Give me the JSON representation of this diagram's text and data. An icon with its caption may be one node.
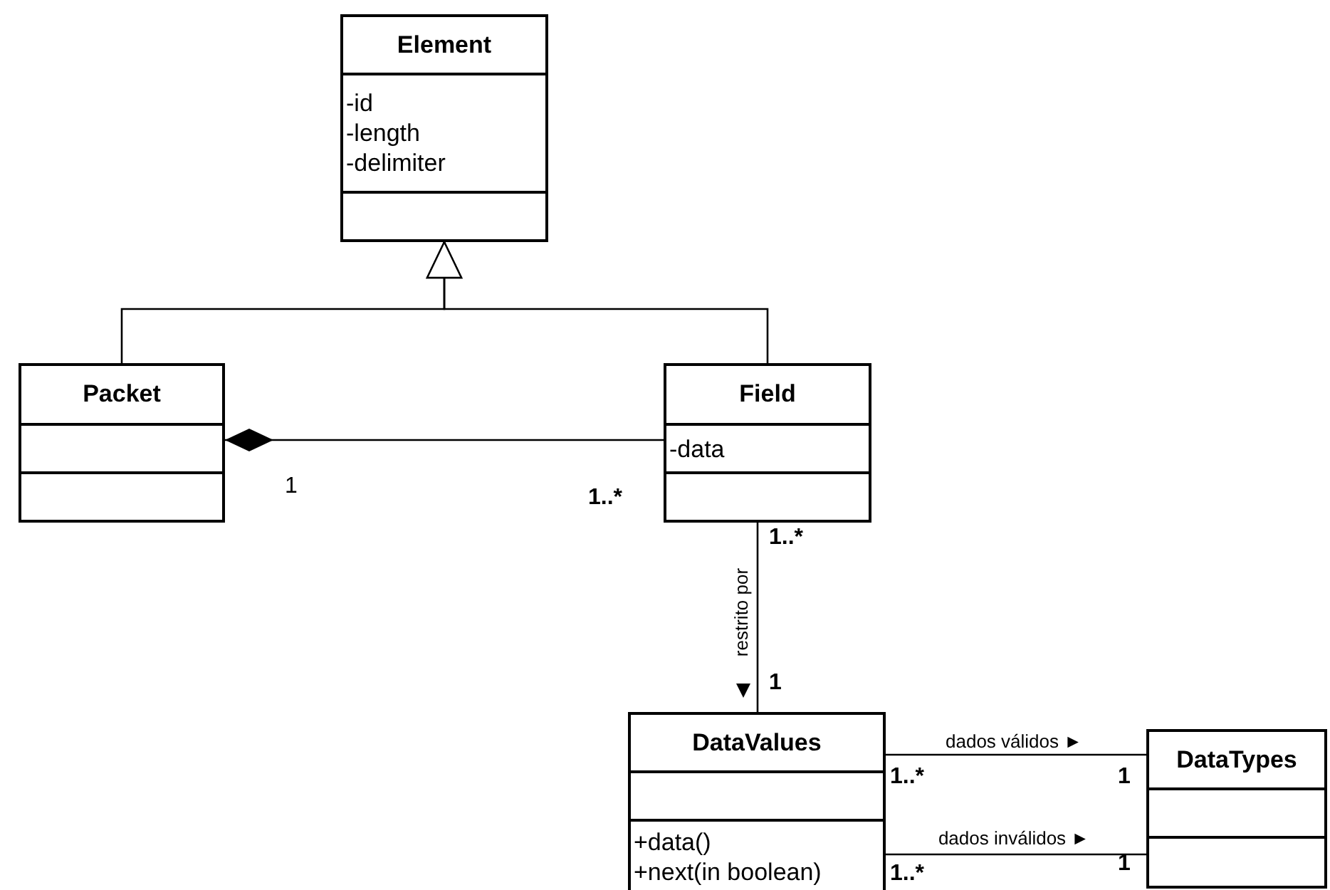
{
  "diagram": {
    "nodes": [
      {
        "text": [
          "Element",
          "-id",
          "-length",
          "-delimiter"
        ]
      },
      {
        "text": [
          "Packet"
        ]
      },
      {
        "text": [
          "Field",
          "-data"
        ]
      },
      {
        "text": [
          "DataValues",
          "+data()",
          "+next(in boolean)"
        ]
      },
      {
        "text": [
          "DataTypes"
        ]
      }
    ],
    "edges": [
      {
        "from": 1,
        "to": 0,
        "arrow": "to"
      },
      {
        "from": 2,
        "to": 0,
        "arrow": "to"
      },
      {
        "from": 1,
        "to": 2,
        "arrow": "other"
      },
      {
        "from": 2,
        "to": 3,
        "arrow": "none",
        "label": "restrito por"
      },
      {
        "from": 3,
        "to": 4,
        "arrow": "none",
        "label": "dados válidos ►"
      },
      {
        "from": 3,
        "to": 4,
        "arrow": "none",
        "label": "dados inválidos ►"
      }
    ],
    "labels": [
      "1",
      "1..*",
      "1..*",
      "1",
      "1..*",
      "1",
      "1..*",
      "1"
    ]
  }
}
